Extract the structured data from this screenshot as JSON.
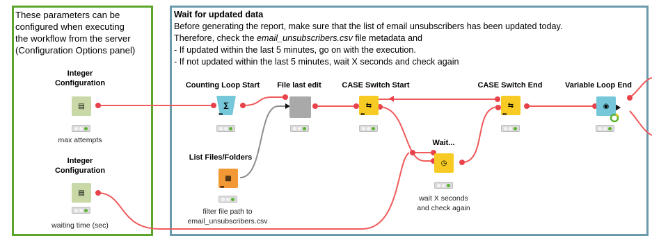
{
  "annotations": {
    "left": {
      "line1": "These parameters can be",
      "line2": "configured when executing",
      "line3": "the workflow from the server",
      "line4": "(Configuration Options panel)",
      "border_color": "#5aa52a"
    },
    "right": {
      "title": "Wait for updated data",
      "line1": "Before generating the report, make sure that the list of email unsubscribers has been updated today.",
      "line2_prefix": "Therefore, check the ",
      "line2_file": "email_unsubscribers.csv",
      "line2_suffix": "  file metadata and",
      "line3": "- If updated within the last 5 minutes, go on with the execution.",
      "line4": "- If not updated within the last 5 minutes, wait X seconds and check again",
      "border_color": "#6a9aab"
    }
  },
  "nodes": {
    "int_config_1": {
      "title_line1": "Integer",
      "title_line2": "Configuration",
      "label": "max attempts",
      "icon": "config-icon"
    },
    "int_config_2": {
      "title_line1": "Integer",
      "title_line2": "Configuration",
      "label": "waiting time (sec)",
      "icon": "config-icon"
    },
    "counting_loop_start": {
      "title": "Counting Loop Start",
      "icon": "loop-start-icon"
    },
    "file_last_edit": {
      "title": "File last edit",
      "icon": "metanode-icon"
    },
    "list_files": {
      "title": "List Files/Folders",
      "label_line1": "filter file path to",
      "label_line2": "email_unsubscribers.csv",
      "icon": "list-files-icon"
    },
    "case_switch_start": {
      "title": "CASE Switch Start",
      "icon": "switch-start-icon"
    },
    "wait": {
      "title": "Wait...",
      "label_line1": "wait X  seconds",
      "label_line2": "and check   again",
      "icon": "clock-icon"
    },
    "case_switch_end": {
      "title": "CASE Switch End",
      "icon": "switch-end-icon"
    },
    "variable_loop_end": {
      "title": "Variable Loop End",
      "icon": "loop-end-icon"
    }
  },
  "colors": {
    "flow_variable_wire": "#f05a5a",
    "data_wire": "#8c8c8c",
    "port_red": "#e8434b",
    "status_green": "#5bb432"
  }
}
